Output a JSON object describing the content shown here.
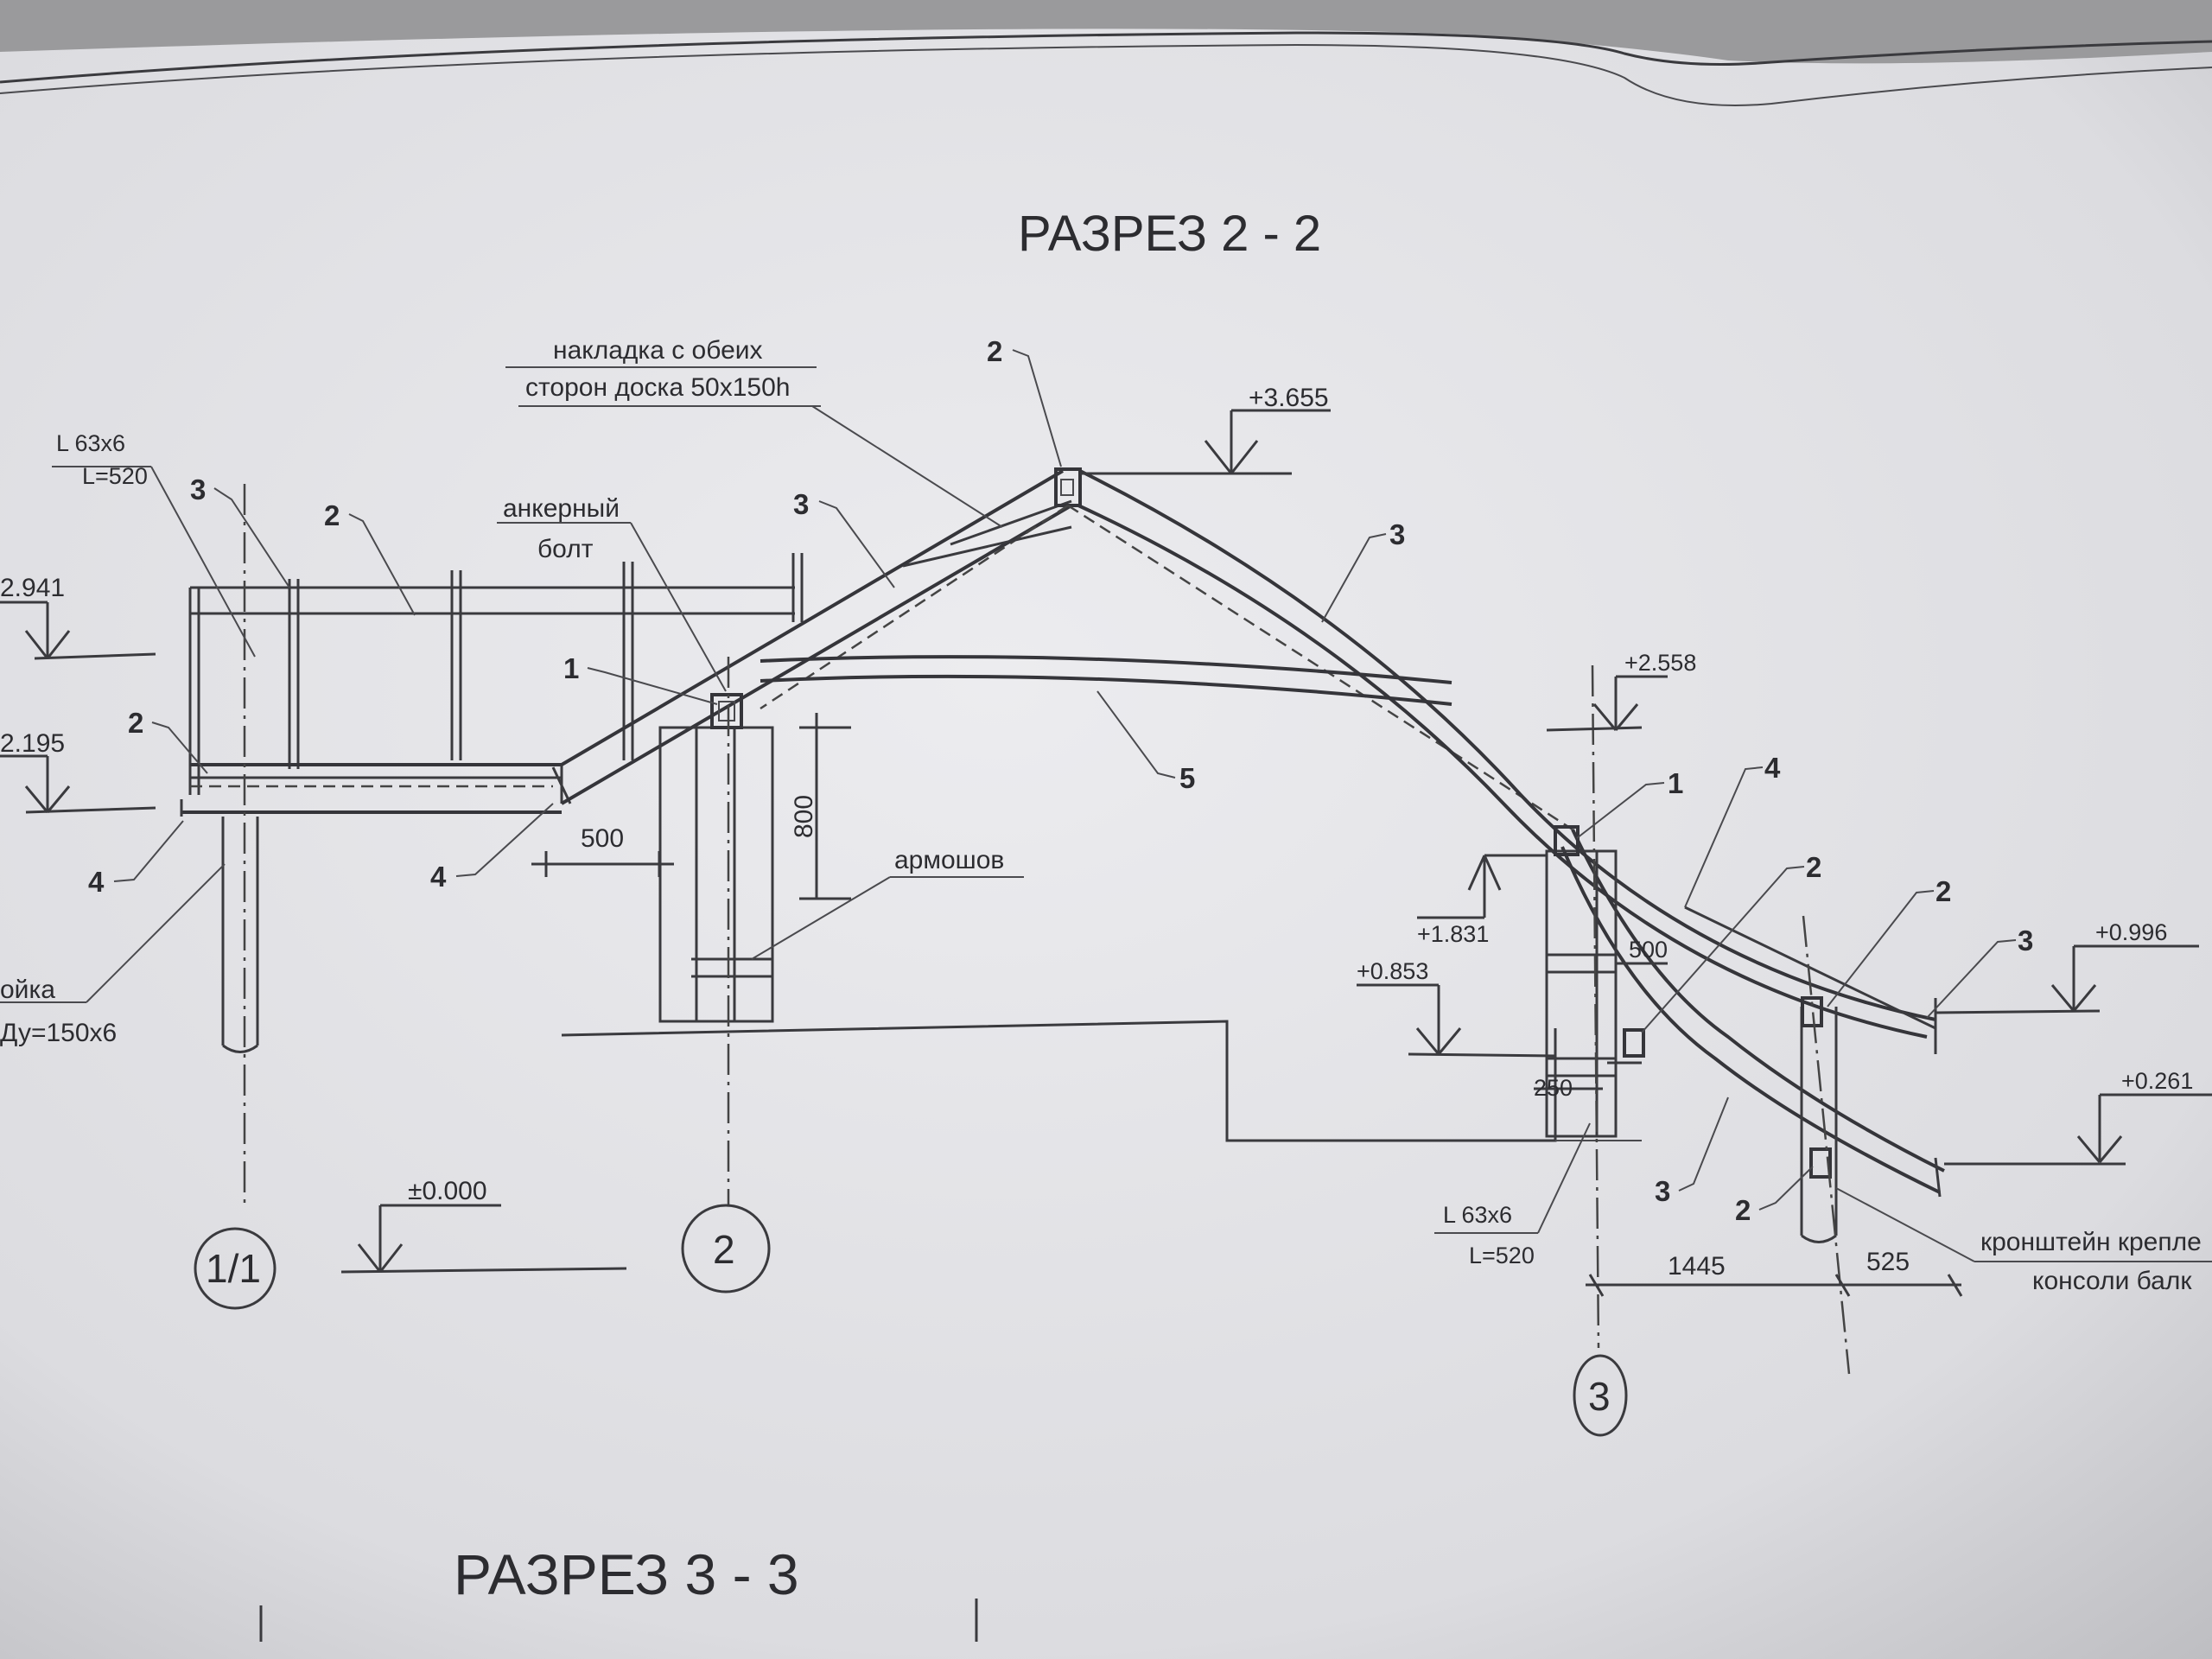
{
  "titles": {
    "section_2_2": "РАЗРЕЗ 2 - 2",
    "section_3_3": "РАЗРЕЗ 3 - 3"
  },
  "callouts": {
    "overlay_line1": "накладка с обеих",
    "overlay_line2": "сторон доска 50х150h",
    "angle_left_line1": "L 63х6",
    "angle_left_line2": "L=520",
    "anchor_line1": "анкерный",
    "anchor_line2": "болт",
    "armoshov": "армошов",
    "post_line1": "ойка",
    "post_line2": "Ду=150х6",
    "angle_right_line1": "L 63х6",
    "angle_right_line2": "L=520",
    "bracket_line1": "кронштейн крепле",
    "bracket_line2": "консоли балк"
  },
  "elevations": {
    "top": "+3.655",
    "left_upper": "2.941",
    "left_lower": "2.195",
    "right_mid": "+2.558",
    "right_wall": "+1.831",
    "right_low": "+0.853",
    "far_right_upper": "+0.996",
    "far_right_lower": "+0.261",
    "ground": "±0.000"
  },
  "dimensions": {
    "d500_left": "500",
    "d800": "800",
    "d500_right": "500",
    "d250": "250",
    "d1445": "1445",
    "d525": "525"
  },
  "markers": {
    "n2_top": "2",
    "n3_left_upper": "3",
    "n2_left_upper": "2",
    "n3_rafter_left": "3",
    "n3_rafter_right": "3",
    "n1_left": "1",
    "n2_left_lower": "2",
    "n4_left_lower": "4",
    "n4_left_mid": "4",
    "n5": "5",
    "n1_right": "1",
    "n4_right": "4",
    "n2_right_a": "2",
    "n2_right_b": "2",
    "n3_far_right": "3",
    "n3_right_lower": "3",
    "n2_right_bottom": "2"
  },
  "axes": {
    "a1": "1/1",
    "a2": "2",
    "a3": "3"
  },
  "colors": {
    "paper": "#e2e2e6",
    "ink": "#2c2c30",
    "background": "#9a9a9c"
  }
}
